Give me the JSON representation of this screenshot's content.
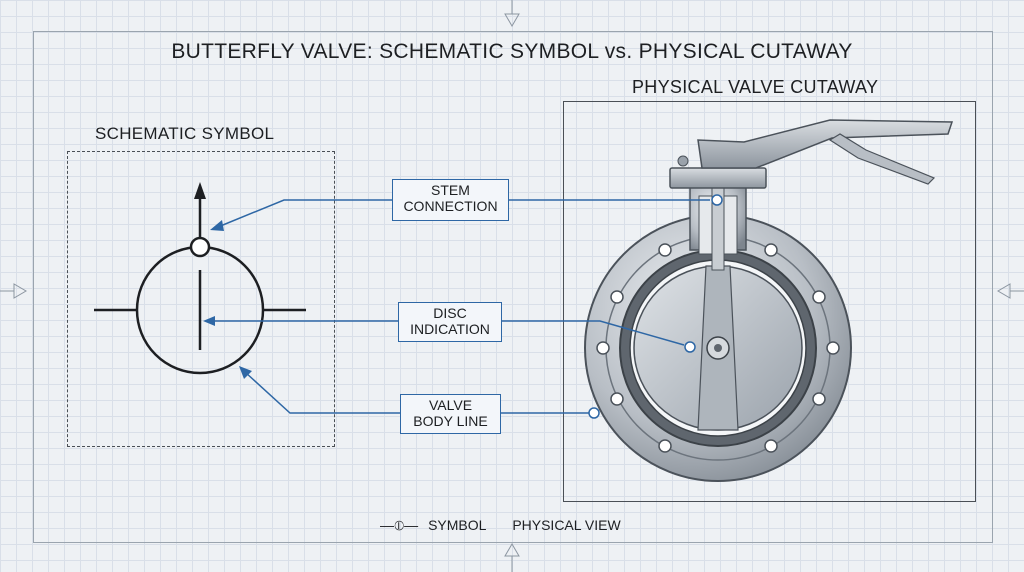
{
  "title": "BUTTERFLY VALVE:  SCHEMATIC SYMBOL vs. PHYSICAL CUTAWAY",
  "schematic": {
    "title": "SCHEMATIC SYMBOL"
  },
  "physical": {
    "title": "PHYSICAL VALVE CUTAWAY"
  },
  "callouts": {
    "stem": {
      "line1": "STEM",
      "line2": "CONNECTION"
    },
    "disc": {
      "line1": "DISC",
      "line2": "INDICATION"
    },
    "body": {
      "line1": "VALVE",
      "line2": "BODY LINE"
    }
  },
  "legend": {
    "symbol_glyph": "—⦶—",
    "symbol_label": "SYMBOL",
    "physical_label": "PHYSICAL VIEW"
  },
  "colors": {
    "callout": "#2e67a5",
    "ink": "#1d1f22",
    "metal": "#b9bfc6"
  }
}
